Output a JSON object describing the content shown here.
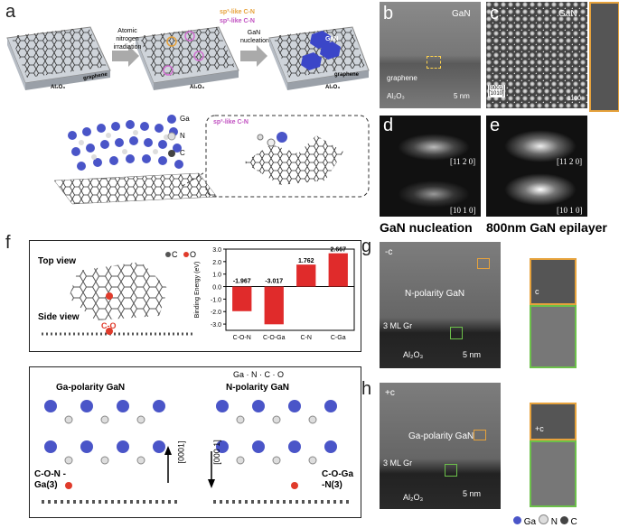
{
  "panels": {
    "a": "a",
    "b": "b",
    "c": "c",
    "d": "d",
    "e": "e",
    "f": "f",
    "g": "g",
    "h": "h"
  },
  "a": {
    "sp3": "sp³-like C-N",
    "sp2": "sp²-like C-N",
    "arrow1": "Atomic nitrogen irradiation",
    "arrow2": "GaN nucleation",
    "graphene": "graphene",
    "al2o3": "Al₂O₃",
    "gan": "GaN",
    "legend": [
      "Ga",
      "N",
      "C"
    ],
    "inset": "sp³-like C-N"
  },
  "b": {
    "gan": "GaN",
    "graphene": "graphene",
    "al2o3": "Al₂O₃",
    "scale": "5 nm"
  },
  "c": {
    "gan": "GaN",
    "axis1": "[0001]",
    "axis2": "[1010]",
    "corner": "1100"
  },
  "d": {
    "top": "[11 2 0]",
    "bottom": "[10 1 0]",
    "caption": "GaN nucleation"
  },
  "e": {
    "top": "[11 2 0]",
    "bottom": "[10 1 0]",
    "caption": "800nm GaN epilayer"
  },
  "f": {
    "top_view": "Top view",
    "side_view": "Side view",
    "legend_c": "C",
    "legend_o": "O",
    "co": "C-O",
    "ga_pol": "Ga-polarity GaN",
    "n_pol": "N-polarity GaN",
    "con": "C-O-N -Ga(3)",
    "coga": "C-O-Ga -N(3)",
    "dir1": "[0001]",
    "dir2": "[000 1]",
    "legend2": [
      "Ga",
      "N",
      "C",
      "O"
    ]
  },
  "g": {
    "axis": "-c",
    "label": "N-polarity GaN",
    "gr": "3 ML Gr",
    "al2o3": "Al₂O₃",
    "scale": "5 nm",
    "inset_c": "c"
  },
  "h": {
    "axis": "+c",
    "label": "Ga-polarity GaN",
    "gr": "3 ML Gr",
    "al2o3": "Al₂O₃",
    "scale": "5 nm",
    "inset_c": "+c"
  },
  "bottom_legend": [
    "Ga",
    "N",
    "C"
  ],
  "chart_data": {
    "type": "bar",
    "categories": [
      "C-O-N",
      "C-O-Ga",
      "C-N",
      "C-Ga"
    ],
    "values": [
      -1.967,
      -3.017,
      1.762,
      2.667
    ],
    "labels": [
      "-1.967",
      "-3.017",
      "1.762",
      "2.667"
    ],
    "ylabel": "Binding Energy (eV)",
    "ylim": [
      -3.5,
      3.0
    ],
    "yticks": [
      "3.0",
      "2.0",
      "1.0",
      "0.0",
      "-1.0",
      "-2.0",
      "-3.0"
    ],
    "ytick_values": [
      3,
      2,
      1,
      0,
      -1,
      -2,
      -3
    ],
    "bar_color": "#e02b2b"
  }
}
